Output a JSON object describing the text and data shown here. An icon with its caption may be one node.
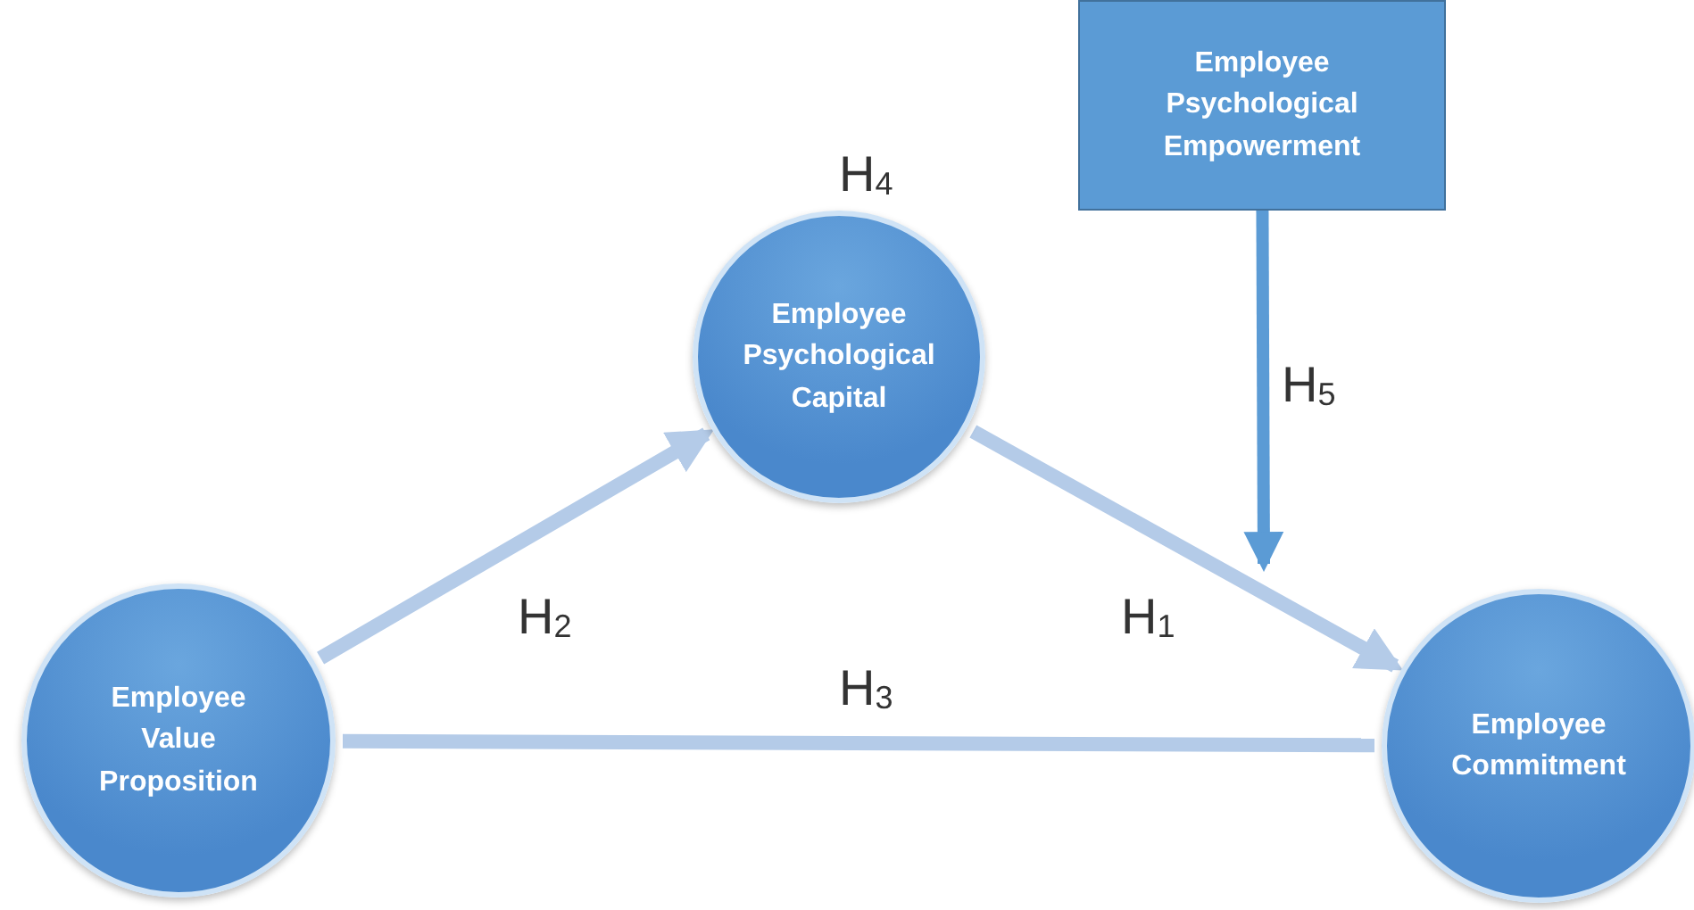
{
  "diagram": {
    "nodes": [
      {
        "text": [
          "Employee Psychological Empowerment"
        ]
      },
      {
        "text": [
          "Employee Psychological Capital"
        ]
      },
      {
        "text": [
          "Employee Value Proposition"
        ]
      },
      {
        "text": [
          "Employee Commitment"
        ]
      }
    ],
    "edges": [
      {
        "from": 2,
        "to": 1,
        "arrow": "to",
        "label": "H$_{2}$"
      },
      {
        "from": 1,
        "to": 3,
        "arrow": "to",
        "label": "H$_{1}$"
      },
      {
        "from": 2,
        "to": 3,
        "arrow": "none",
        "label": "H$_{3}$"
      },
      {
        "from": 0,
        "to": null,
        "arrow": "to",
        "label": "H$_{5}$",
        "color": "#5b9bd5"
      }
    ],
    "labels": [
      "H$_{4}$"
    ]
  }
}
